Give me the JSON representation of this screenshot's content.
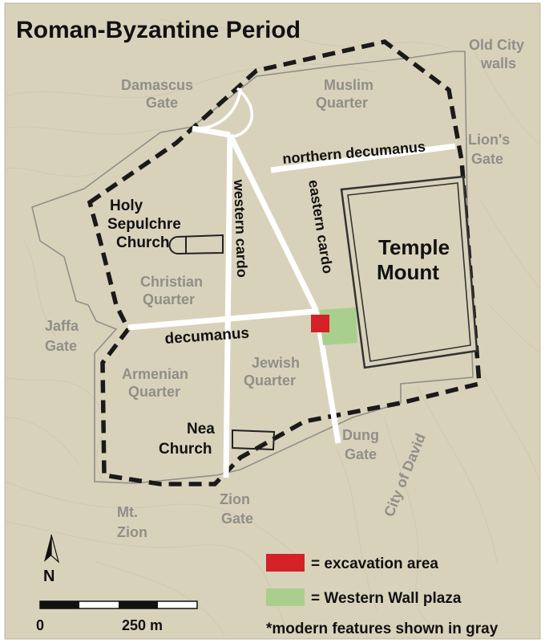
{
  "title": "Roman-Byzantine Period",
  "modern_labels": {
    "old_city_walls": [
      "Old City",
      "walls"
    ],
    "damascus_gate": [
      "Damascus",
      "Gate"
    ],
    "muslim_quarter": [
      "Muslim",
      "Quarter"
    ],
    "lions_gate": [
      "Lion's",
      "Gate"
    ],
    "christian_quarter": [
      "Christian",
      "Quarter"
    ],
    "jaffa_gate": [
      "Jaffa",
      "Gate"
    ],
    "armenian_quarter": [
      "Armenian",
      "Quarter"
    ],
    "jewish_quarter": [
      "Jewish",
      "Quarter"
    ],
    "dung_gate": [
      "Dung",
      "Gate"
    ],
    "zion_gate": [
      "Zion",
      "Gate"
    ],
    "mt_zion": [
      "Mt.",
      "Zion"
    ],
    "city_of_david": "City of David"
  },
  "ancient_labels": {
    "northern_decumanus": "northern decumanus",
    "western_cardo": "western cardo",
    "eastern_cardo": "eastern cardo",
    "decumanus": "decumanus",
    "holy_sepulchre": [
      "Holy",
      "Sepulchre",
      "Church"
    ],
    "temple_mount": [
      "Temple",
      "Mount"
    ],
    "nea_church": [
      "Nea",
      "Church"
    ]
  },
  "legend": {
    "excavation": "= excavation area",
    "plaza": "= Western Wall plaza",
    "note": "*modern features shown in gray",
    "north": "N",
    "scale_start": "0",
    "scale_end": "250 m"
  },
  "colors": {
    "background": "#d9d2bb",
    "excavation": "#d42027",
    "plaza": "#a9cf8f",
    "roads": "#ffffff",
    "modern_gray": "#8f8f88"
  }
}
